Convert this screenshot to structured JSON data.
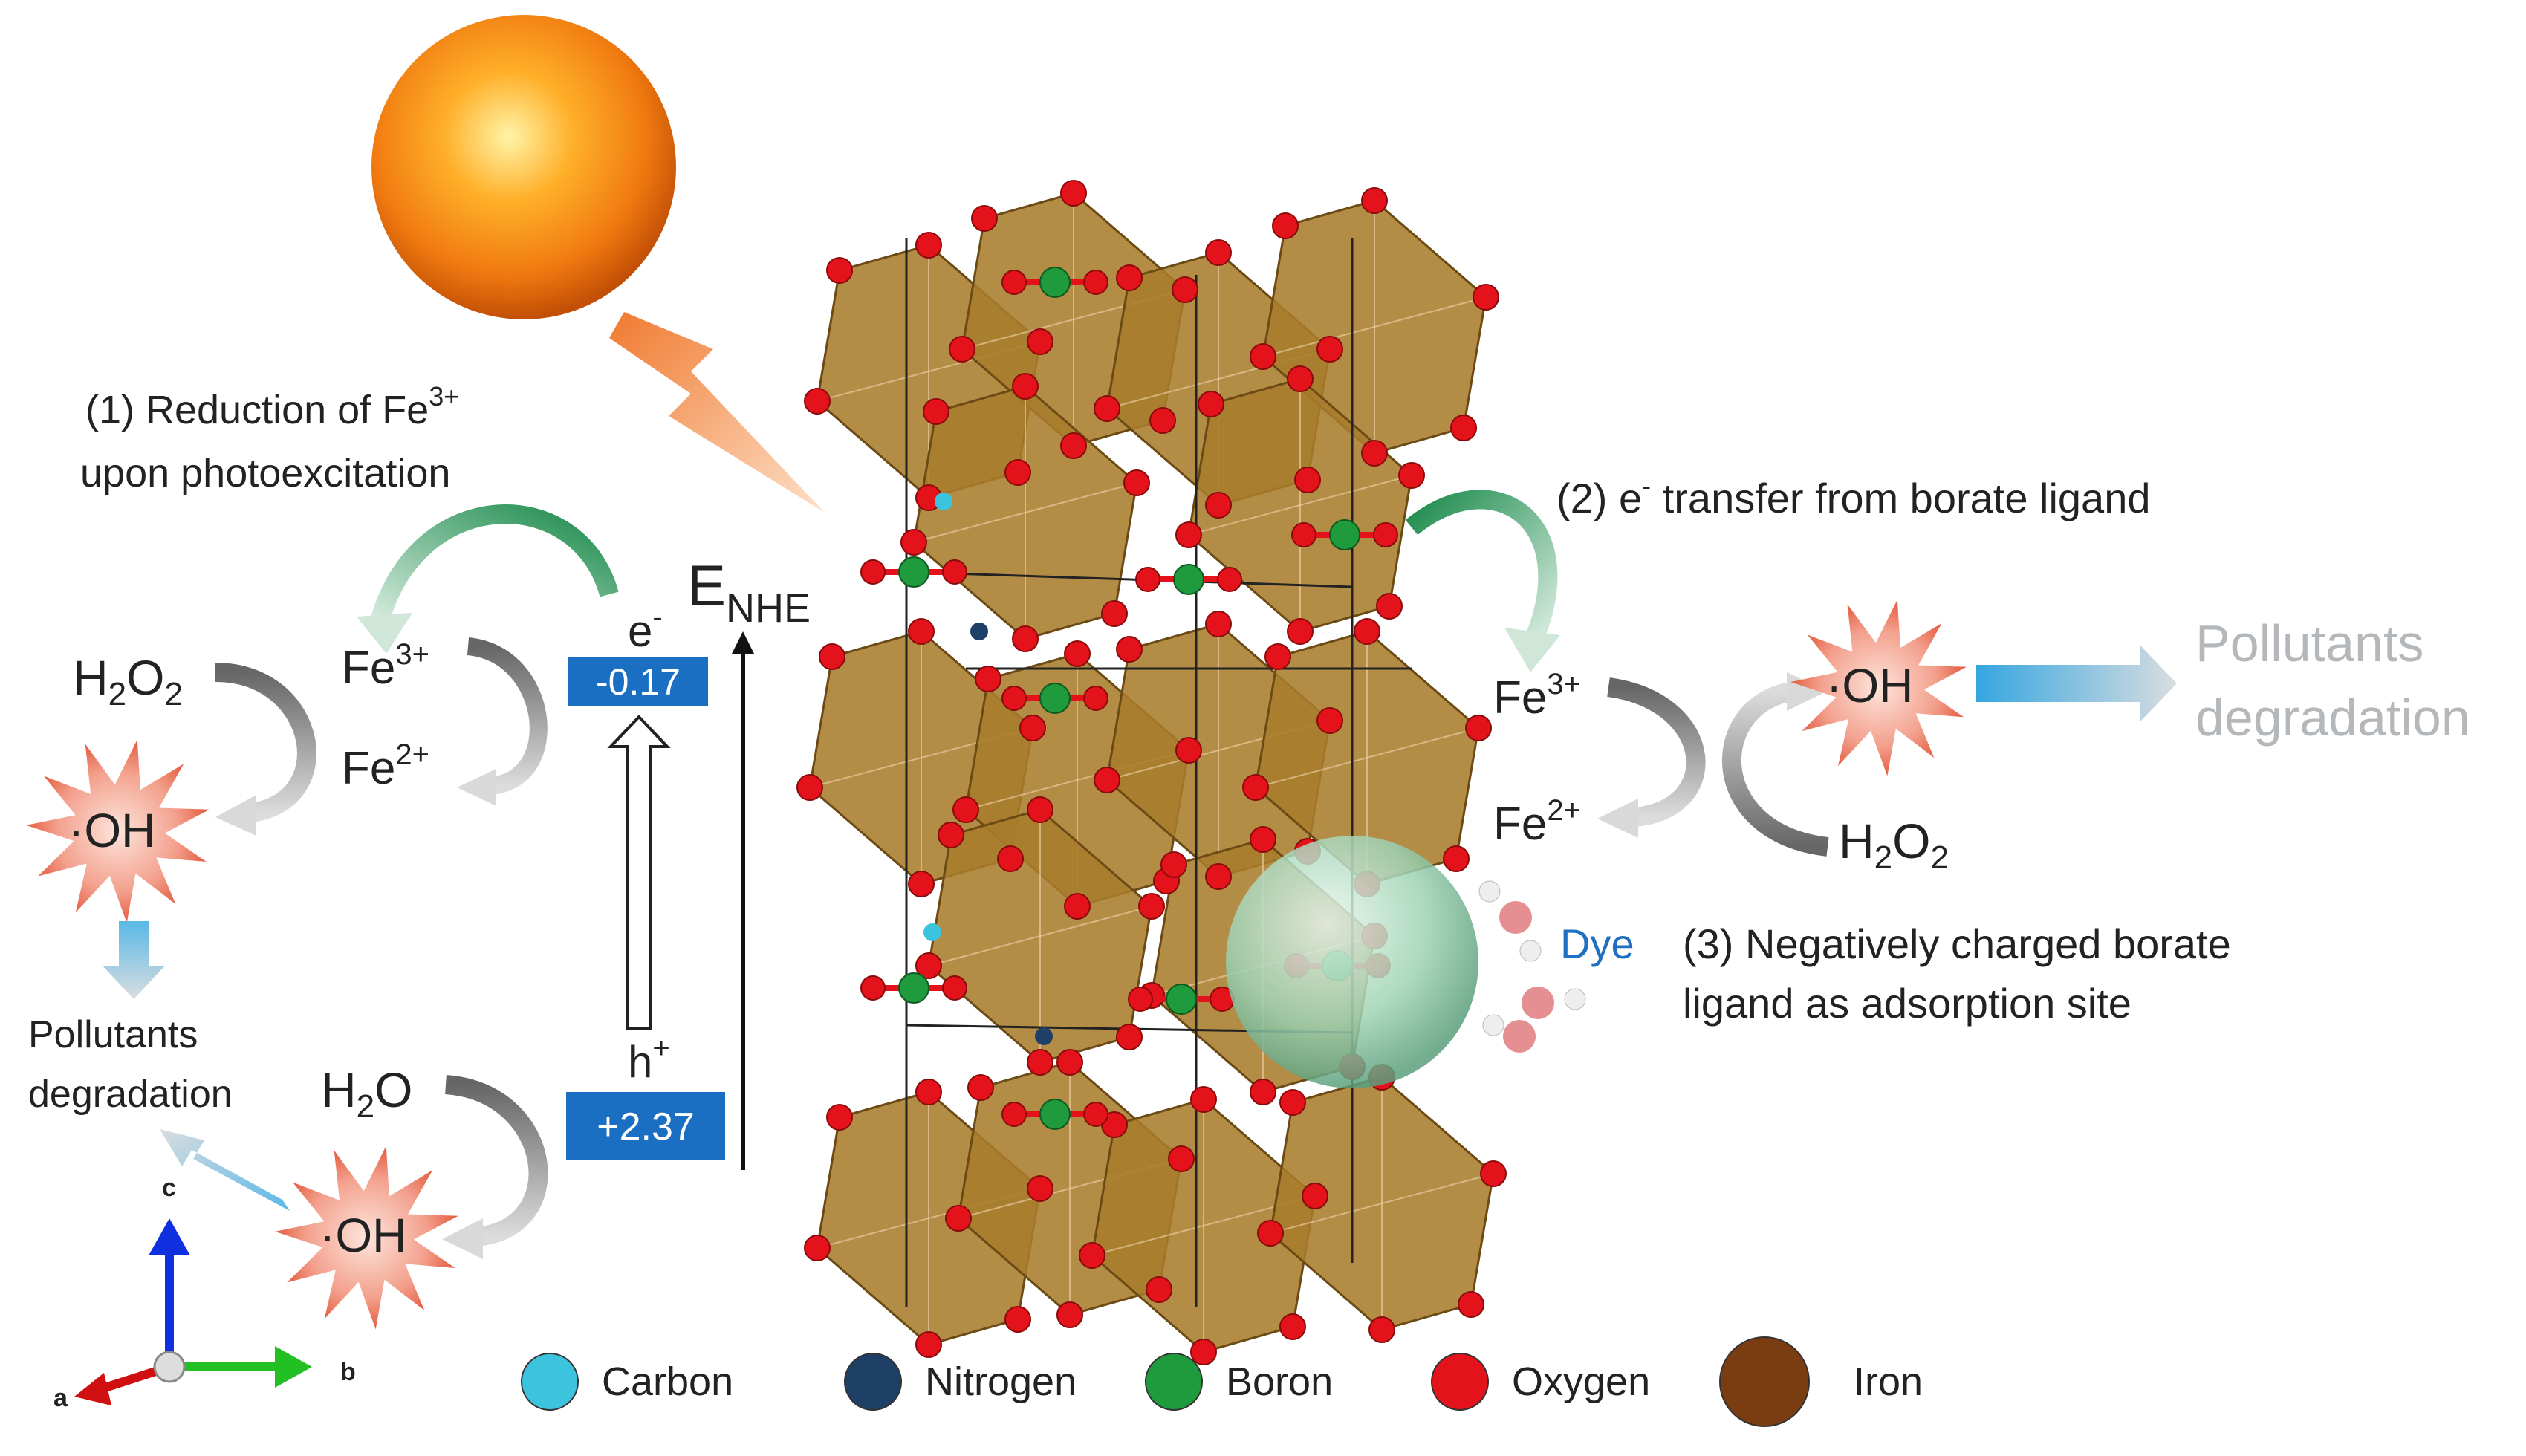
{
  "labels": {
    "step1_line1": "(1) Reduction of Fe",
    "step1_line1_sup": "3+",
    "step1_line2": "upon photoexcitation",
    "step2_pre": "(2) e",
    "step2_sup": "-",
    "step2_post": " transfer from borate ligand",
    "step3_line1": "(3) Negatively charged borate",
    "step3_line2": "ligand as adsorption site",
    "enhe_main": "E",
    "enhe_sub": "NHE",
    "electron_main": "e",
    "electron_sup": "-",
    "hole_main": "h",
    "hole_sup": "+",
    "cb_potential": "-0.17",
    "vb_potential": "+2.37",
    "dye": "Dye"
  },
  "species": {
    "fe": "Fe",
    "fe3_sup": "3+",
    "fe2_sup": "2+",
    "h": "H",
    "o": "O",
    "sub2": "2",
    "oh_dot": "·",
    "oh": "OH"
  },
  "pollutants": {
    "line1": "Pollutants",
    "line2": "degradation"
  },
  "axes": {
    "a": "a",
    "b": "b",
    "c": "c"
  },
  "legend": [
    {
      "label": "Carbon",
      "color": "#3cc3dd"
    },
    {
      "label": "Nitrogen",
      "color": "#1e3f66"
    },
    {
      "label": "Boron",
      "color": "#1f9a3c"
    },
    {
      "label": "Oxygen",
      "color": "#e3121b"
    },
    {
      "label": "Iron",
      "color": "#7a3d12"
    }
  ],
  "colors": {
    "potential_box": "#1b6fc3",
    "octahedron": "#a87c2c",
    "dye_blue": "#1f6fc2"
  }
}
